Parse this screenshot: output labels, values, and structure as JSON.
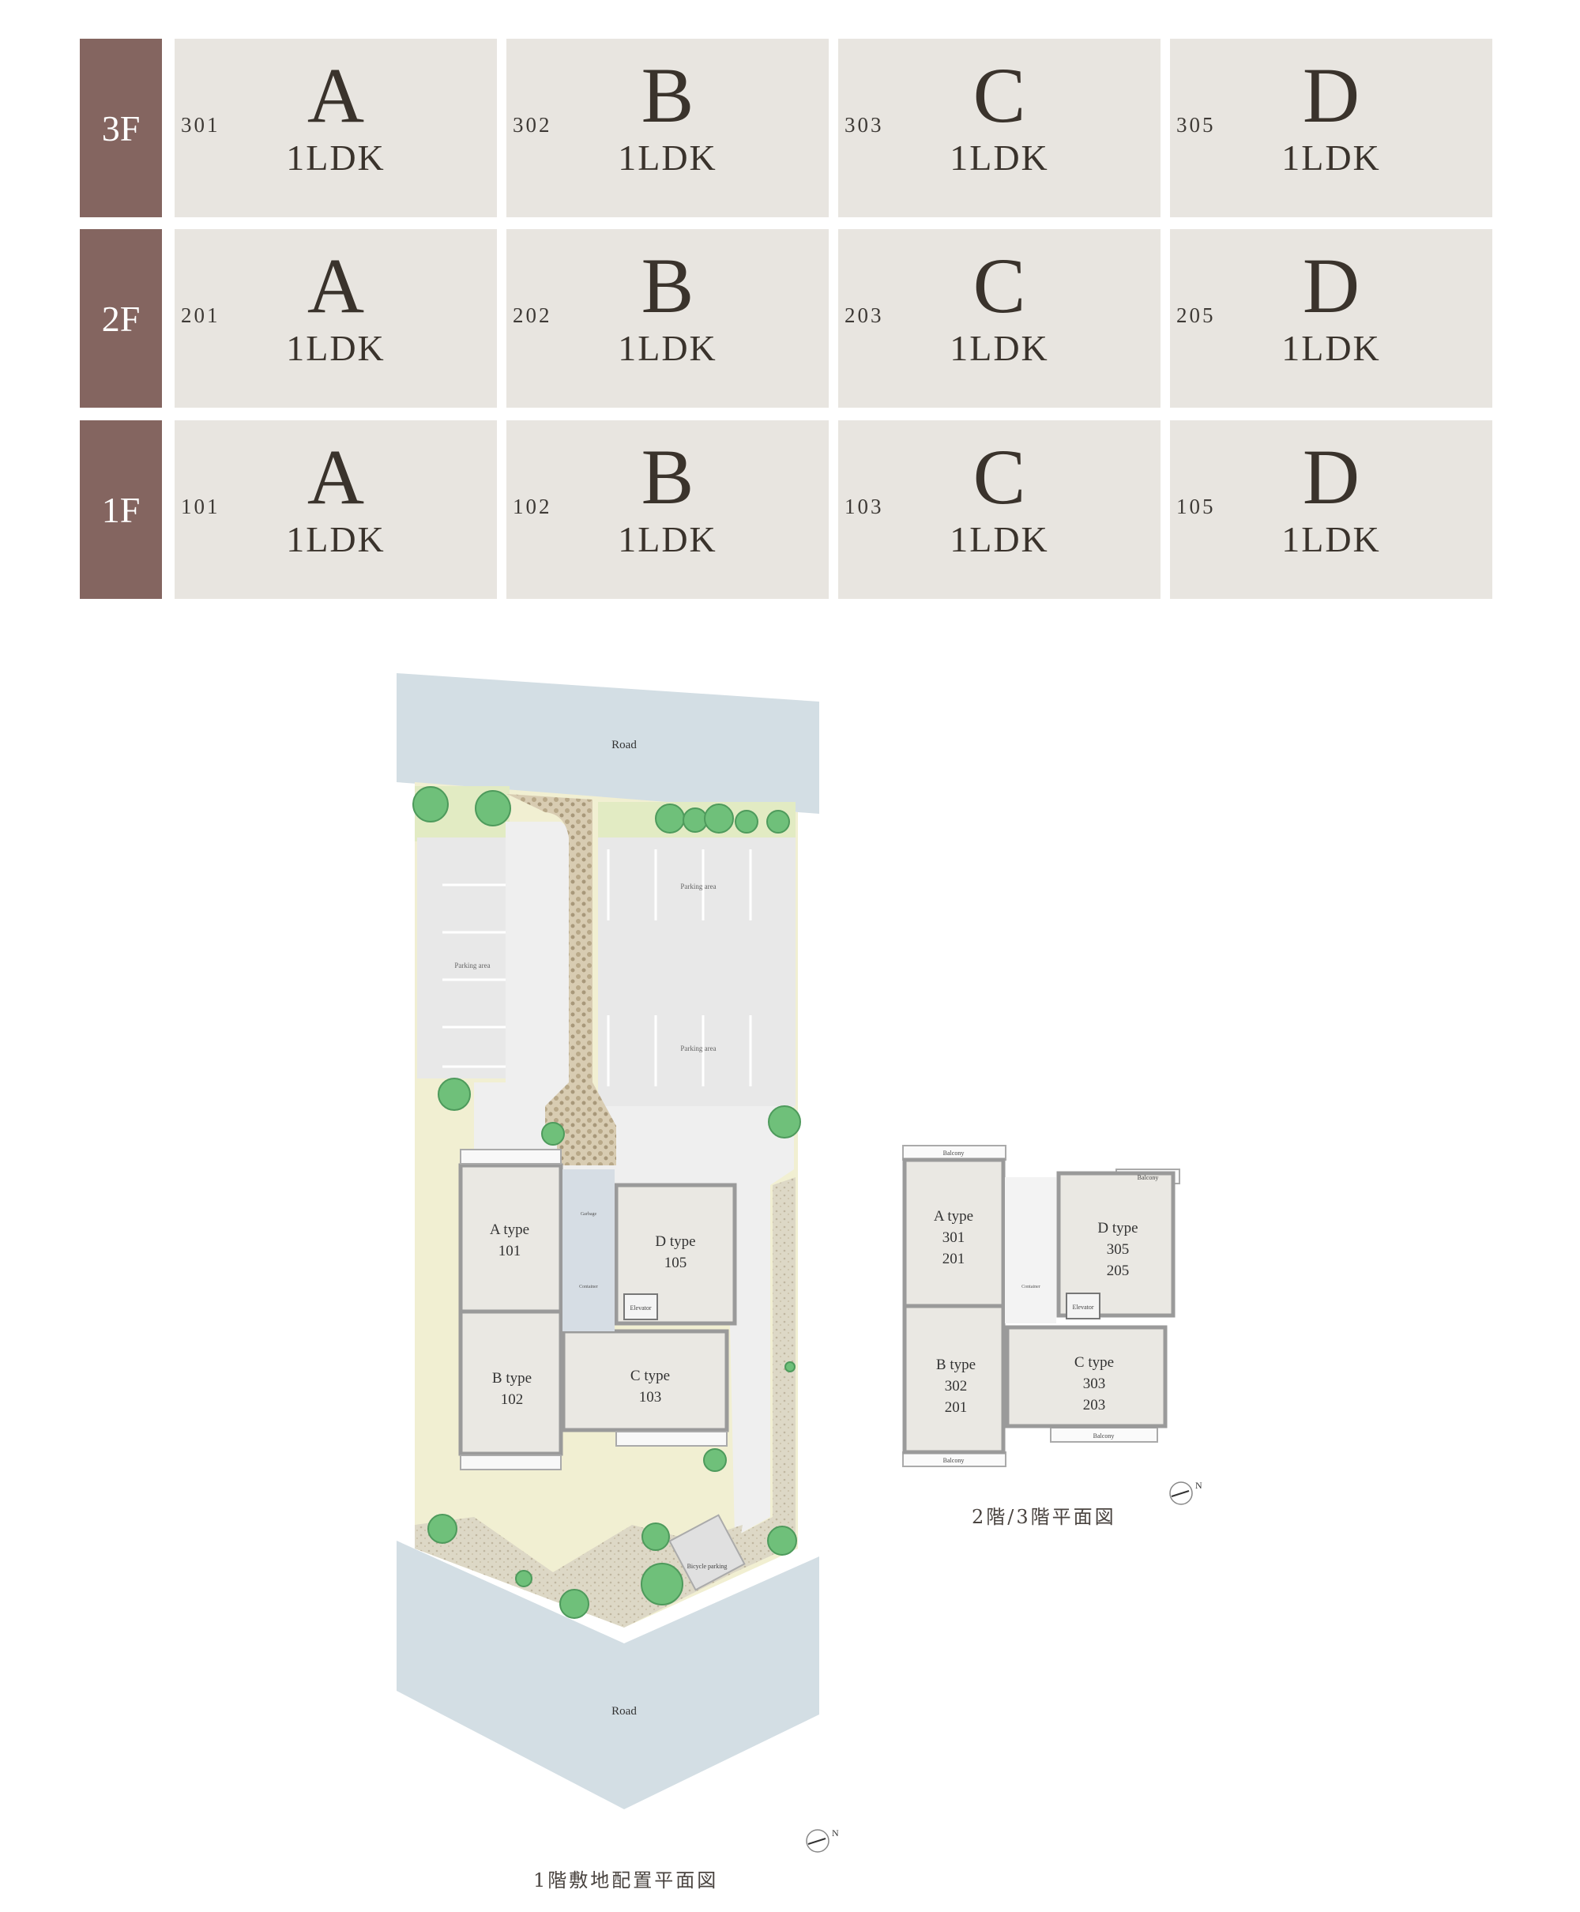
{
  "floors": [
    {
      "label": "3F",
      "units": [
        {
          "number": "301",
          "type": "A",
          "layout": "1LDK"
        },
        {
          "number": "302",
          "type": "B",
          "layout": "1LDK"
        },
        {
          "number": "303",
          "type": "C",
          "layout": "1LDK"
        },
        {
          "number": "305",
          "type": "D",
          "layout": "1LDK"
        }
      ]
    },
    {
      "label": "2F",
      "units": [
        {
          "number": "201",
          "type": "A",
          "layout": "1LDK"
        },
        {
          "number": "202",
          "type": "B",
          "layout": "1LDK"
        },
        {
          "number": "203",
          "type": "C",
          "layout": "1LDK"
        },
        {
          "number": "205",
          "type": "D",
          "layout": "1LDK"
        }
      ]
    },
    {
      "label": "1F",
      "units": [
        {
          "number": "101",
          "type": "A",
          "layout": "1LDK"
        },
        {
          "number": "102",
          "type": "B",
          "layout": "1LDK"
        },
        {
          "number": "103",
          "type": "C",
          "layout": "1LDK"
        },
        {
          "number": "105",
          "type": "D",
          "layout": "1LDK"
        }
      ]
    }
  ],
  "site_plan": {
    "road_top": "Road",
    "road_bottom": "Road",
    "parking_left": "Parking area",
    "parking_right_1": "Parking area",
    "parking_right_2": "Parking area",
    "units": [
      {
        "type": "A type",
        "number": "101"
      },
      {
        "type": "B type",
        "number": "102"
      },
      {
        "type": "C type",
        "number": "103"
      },
      {
        "type": "D type",
        "number": "105"
      }
    ],
    "elevator": "Elevator",
    "container": "Container",
    "garbage": "Garbage",
    "bicycle": "Bicycle parking",
    "caption": "1階敷地配置平面図"
  },
  "upper_plan": {
    "units": [
      {
        "type": "A type",
        "n1": "301",
        "n2": "201"
      },
      {
        "type": "B type",
        "n1": "302",
        "n2": "201"
      },
      {
        "type": "C type",
        "n1": "303",
        "n2": "203"
      },
      {
        "type": "D type",
        "n1": "305",
        "n2": "205"
      }
    ],
    "balcony": "Balcony",
    "elevator": "Elevator",
    "container": "Container",
    "caption": "2階/3階平面図"
  },
  "compass_letter": "N",
  "colors": {
    "floor_label": "#846560",
    "unit_bg": "#e8e5e0",
    "road": "#d3dee4",
    "lawn": "#f1efd2",
    "tree": "#6fc07a",
    "gravel": "#cdbfa4"
  }
}
